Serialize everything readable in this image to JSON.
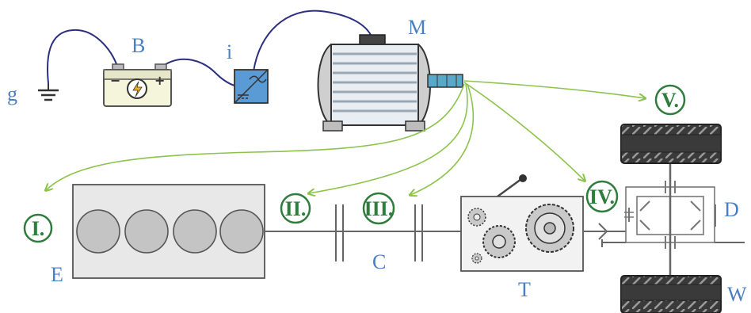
{
  "labels": {
    "ground": "g",
    "battery": "B",
    "inverter": "i",
    "motor": "M",
    "engine": "E",
    "clutch": "C",
    "transmission": "T",
    "differential": "D",
    "wheel": "W"
  },
  "positions": {
    "p1": "I.",
    "p2": "II.",
    "p3": "III.",
    "p4": "IV.",
    "p5": "V."
  },
  "battery_symbols": {
    "minus": "−",
    "plus": "+"
  },
  "colors": {
    "label_blue": "#4a7fc3",
    "position_green": "#2e7d3c",
    "arrow_green": "#8cc34a",
    "cable_navy": "#2b2f80",
    "battery_fill": "#f5f5dc",
    "inverter_fill": "#5b9bd5"
  }
}
